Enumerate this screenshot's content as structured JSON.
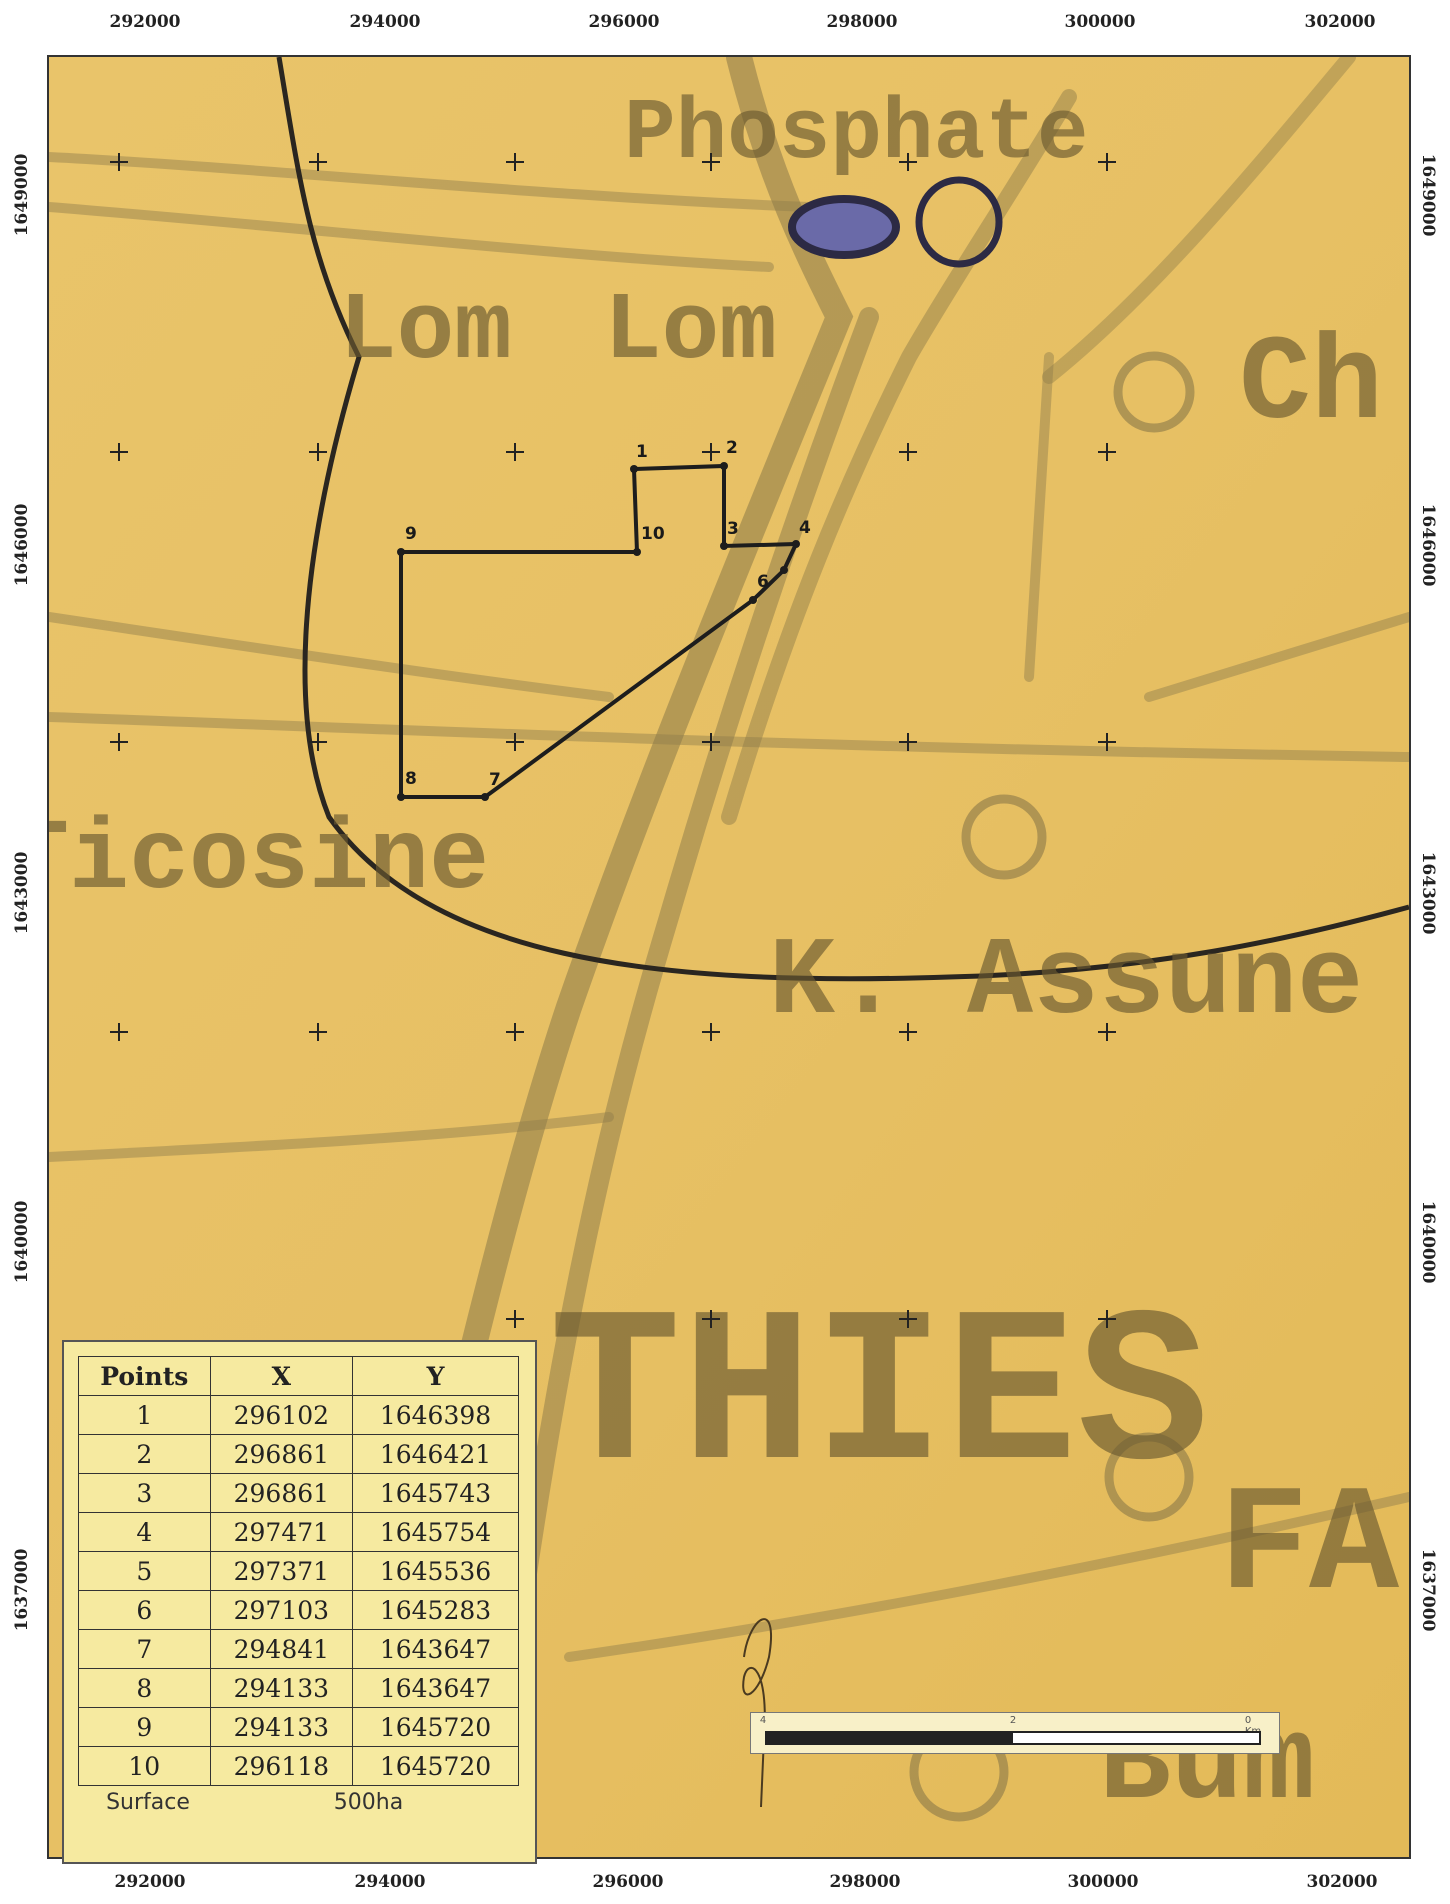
{
  "map": {
    "place_labels": [
      "Phosphate",
      "Lom",
      "Lom",
      "Ch",
      "K. Assune",
      "THIES",
      "FA",
      "Bum",
      "Ticosine"
    ],
    "x_ticks": [
      "292000",
      "294000",
      "296000",
      "298000",
      "300000",
      "302000"
    ],
    "y_ticks": [
      "1649000",
      "1646000",
      "1643000",
      "1640000",
      "1637000"
    ],
    "vertex_labels": [
      "1",
      "2",
      "3",
      "4",
      "6",
      "7",
      "8",
      "9",
      "10"
    ],
    "colors": {
      "map_base": "#e6bf5e",
      "feature": "#7a6a3c",
      "boundary": "#222222"
    }
  },
  "table": {
    "headers": [
      "Points",
      "X",
      "Y"
    ],
    "rows": [
      [
        "1",
        "296102",
        "1646398"
      ],
      [
        "2",
        "296861",
        "1646421"
      ],
      [
        "3",
        "296861",
        "1645743"
      ],
      [
        "4",
        "297471",
        "1645754"
      ],
      [
        "5",
        "297371",
        "1645536"
      ],
      [
        "6",
        "297103",
        "1645283"
      ],
      [
        "7",
        "294841",
        "1643647"
      ],
      [
        "8",
        "294133",
        "1643647"
      ],
      [
        "9",
        "294133",
        "1645720"
      ],
      [
        "10",
        "296118",
        "1645720"
      ]
    ],
    "surface_label": "Surface",
    "surface_value": "500ha"
  },
  "scale_bar": {
    "labels": [
      "4",
      "2",
      "0 Km"
    ],
    "fill_fraction": 0.5
  }
}
